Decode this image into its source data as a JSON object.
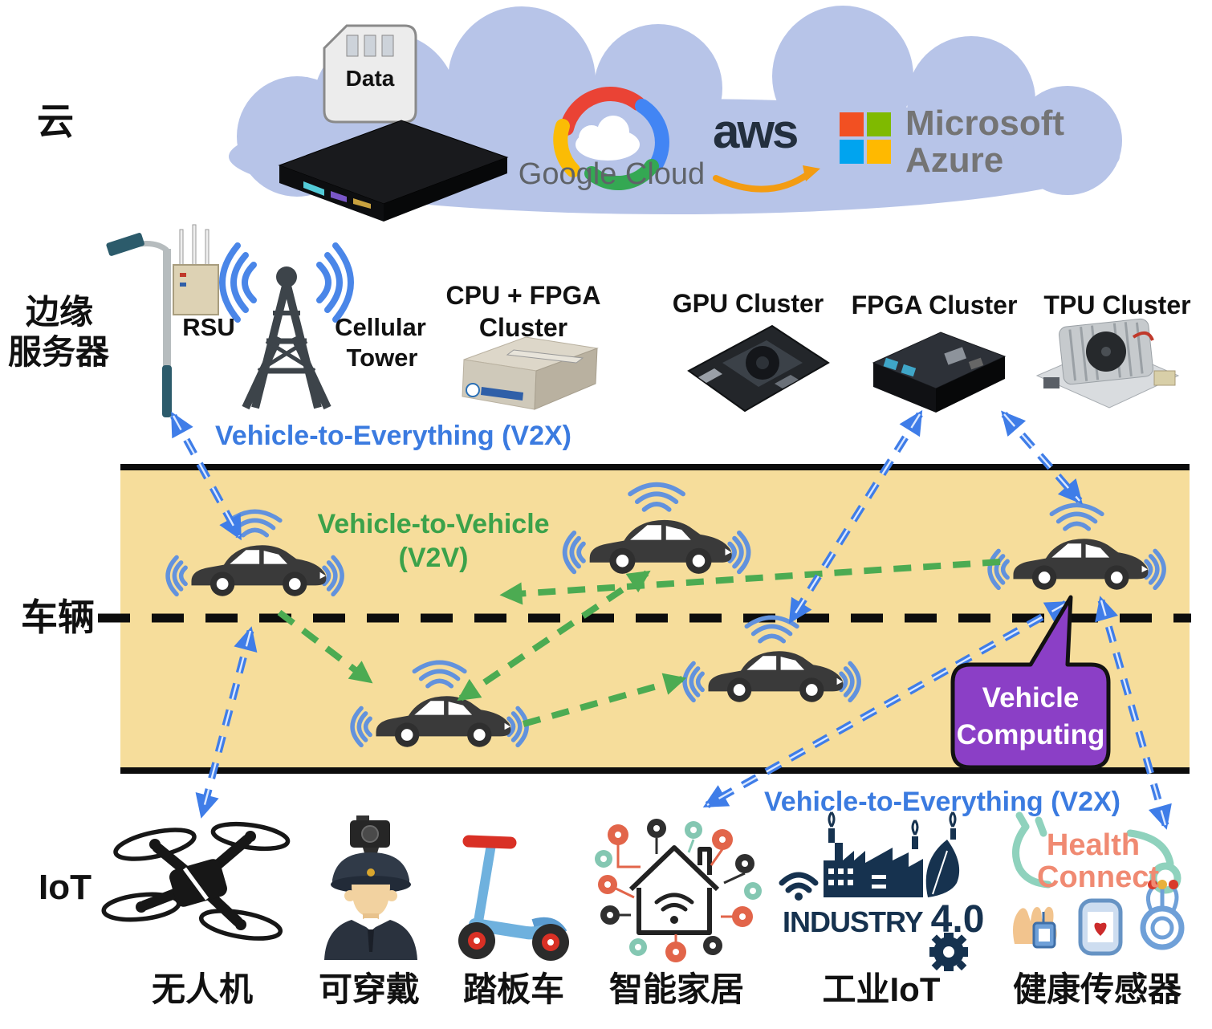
{
  "layers": {
    "cloud": "云",
    "edge_line1": "边缘",
    "edge_line2": "服务器",
    "vehicles": "车辆",
    "iot": "IoT"
  },
  "cloud": {
    "data_label": "Data",
    "google": "Google Cloud",
    "aws": "aws",
    "azure_line1": "Microsoft",
    "azure_line2": "Azure"
  },
  "edge": {
    "rsu": "RSU",
    "cellular_line1": "Cellular",
    "cellular_line2": "Tower",
    "cpu_line1": "CPU + FPGA",
    "cpu_line2": "Cluster",
    "gpu": "GPU Cluster",
    "fpga": "FPGA Cluster",
    "tpu": "TPU Cluster"
  },
  "road": {
    "v2x_top": "Vehicle-to-Everything (V2X)",
    "v2v_line1": "Vehicle-to-Vehicle",
    "v2v_line2": "(V2V)",
    "v2x_bottom": "Vehicle-to-Everything (V2X)",
    "callout_line1": "Vehicle",
    "callout_line2": "Computing"
  },
  "iot": {
    "labels": {
      "drone": "无人机",
      "wearable": "可穿戴",
      "scooter": "踏板车",
      "smart_home": "智能家居",
      "industrial": "工业IoT",
      "health": "健康传感器"
    },
    "industry_logo_word": "INDUSTRY",
    "industry_logo_number": "4.0",
    "health_logo_line1": "Health",
    "health_logo_line2": "Connect"
  },
  "colors": {
    "road_yellow": "#f6dd9b",
    "cloud_blue": "#b7c4e8",
    "v2x_blue": "#3f7de8",
    "v2v_green": "#4cab52",
    "callout_purple": "#8b3fc6",
    "car_body": "#3a3a3a"
  }
}
